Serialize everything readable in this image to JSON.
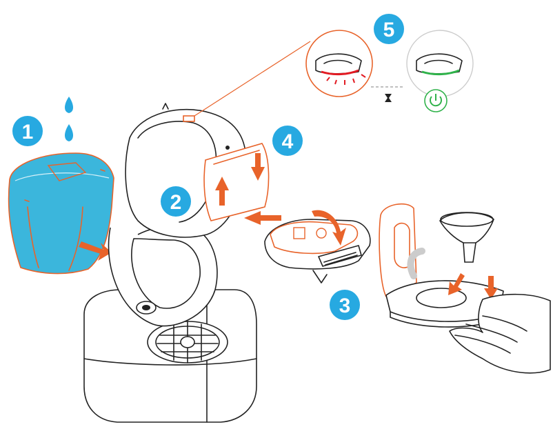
{
  "colors": {
    "accent_orange": "#e8632a",
    "step_blue": "#27a9e1",
    "water_blue": "#3bb6dc",
    "led_red": "#e21b23",
    "led_green": "#2fb24a",
    "outline": "#222222"
  },
  "steps": [
    {
      "number": "1"
    },
    {
      "number": "2"
    },
    {
      "number": "3"
    },
    {
      "number": "4"
    },
    {
      "number": "5"
    }
  ],
  "icons": [
    "water-drop-icon",
    "hourglass-icon",
    "power-icon"
  ],
  "indicator": {
    "left_led_state": "red-blinking",
    "right_led_state": "green-steady"
  }
}
